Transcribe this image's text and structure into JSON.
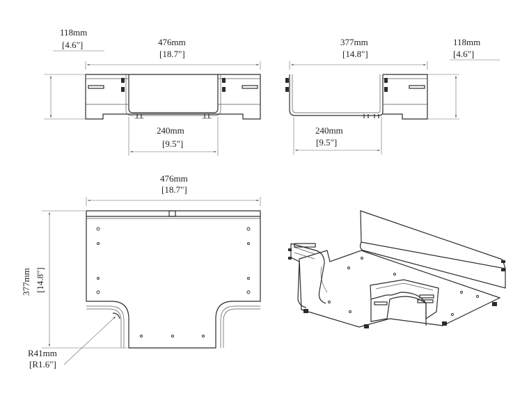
{
  "views": {
    "front": {
      "height_mm": "118mm",
      "height_in": "[4.6\"]",
      "width_mm": "476mm",
      "width_in": "[18.7\"]",
      "inner_mm": "240mm",
      "inner_in": "[9.5\"]"
    },
    "side": {
      "width_mm": "377mm",
      "width_in": "[14.8\"]",
      "height_mm": "118mm",
      "height_in": "[4.6\"]",
      "inner_mm": "240mm",
      "inner_in": "[9.5\"]"
    },
    "top": {
      "width_mm": "476mm",
      "width_in": "[18.7\"]",
      "depth_mm": "377mm",
      "depth_in": "[14.8\"]",
      "radius_mm": "R41mm",
      "radius_in": "[R1.6\"]"
    },
    "isometric": {}
  },
  "colors": {
    "line": "#2b2b2b",
    "dimension": "#666666",
    "background": "#ffffff"
  }
}
